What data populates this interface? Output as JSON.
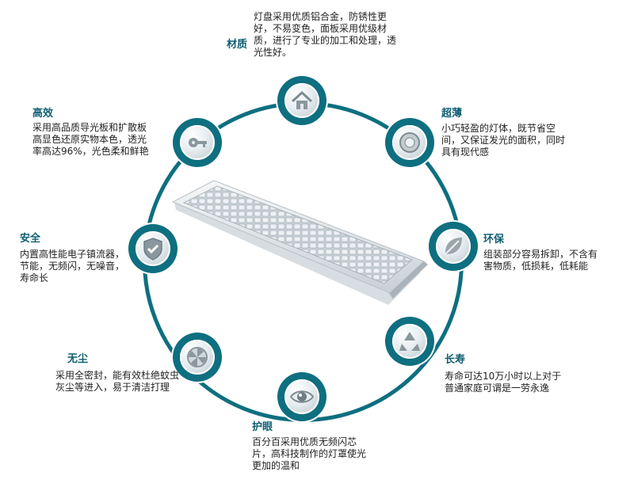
{
  "features": [
    {
      "title": "材质",
      "icon": "home-icon",
      "desc": "灯盘采用优质铝合金，防锈性更好，不易变色，面板采用优级材质，进行了专业的加工和处理，透光性好。"
    },
    {
      "title": "超薄",
      "icon": "thin-disc-icon",
      "desc": "小巧轻盈的灯体，既节省空间，又保证发光的面积，同时具有现代感"
    },
    {
      "title": "环保",
      "icon": "leaf-icon",
      "desc": "组装部分容易拆卸，不含有害物质，低损耗，低耗能"
    },
    {
      "title": "长寿",
      "icon": "recycle-icon",
      "desc": "寿命可达10万小时以上对于普通家庭可谓是一劳永逸"
    },
    {
      "title": "护眼",
      "icon": "eye-icon",
      "desc": "百分百采用优质无频闪芯片，高科技制作的灯罩使光更加的温和"
    },
    {
      "title": "无尘",
      "icon": "fan-icon",
      "desc": "采用全密封，能有效杜绝蚊虫灰尘等进入，易于清洁打理"
    },
    {
      "title": "安全",
      "icon": "shield-check-icon",
      "desc": "内置高性能电子镇流器，节能，无频闪，无噪音，寿命长"
    },
    {
      "title": "高效",
      "icon": "key-icon",
      "desc": "采用高品质导光板和扩散板高显色还原实物本色，透光率高达96%，光色柔和鲜艳"
    }
  ],
  "colors": {
    "ring": "#0e6f80",
    "title": "#0f5f72",
    "text": "#222222"
  }
}
